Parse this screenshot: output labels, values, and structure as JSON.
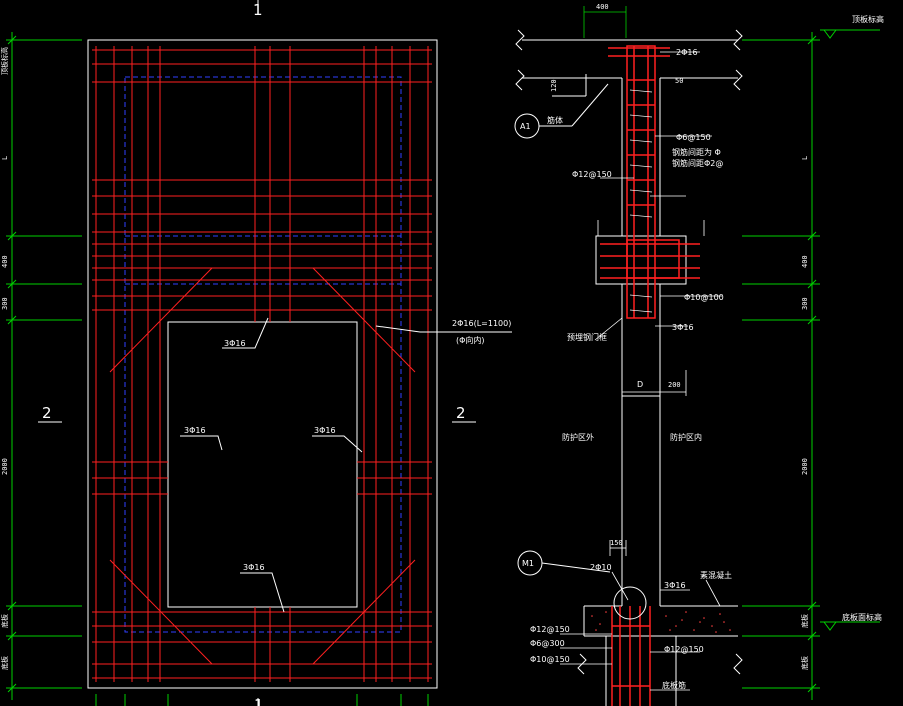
{
  "colors": {
    "background": "#000000",
    "rebar": "#ff2020",
    "outline": "#ffffff",
    "dimension": "#00d000",
    "hidden": "#3040ff",
    "fill_dots": "#ff4040"
  },
  "section_marks": {
    "top": "1",
    "bottom": "1",
    "left": "2",
    "right": "2"
  },
  "plan": {
    "bar_top": "3Φ16",
    "bar_left": "3Φ16",
    "bar_right": "3Φ16",
    "bar_bottom": "3Φ16",
    "diag_line1": "2Φ16(L=1100)",
    "diag_line2": "(Φ向内)"
  },
  "left_dims": {
    "a": "顶板标高",
    "b": "L",
    "c": "400",
    "d": "300",
    "e": "2000",
    "f": "底板",
    "g": "底板"
  },
  "section": {
    "top_width": "400",
    "top_bar": "2Φ16",
    "dim_120": "120",
    "dim_50": "50",
    "callout_a1": "A1",
    "a1_text": "筋体",
    "stirrup": "Φ6@150",
    "note1": "钢筋间距为 Φ",
    "note2": "钢筋间距Φ2@",
    "vert_bar": "Φ12@150",
    "lintel_stirrup": "Φ10@100",
    "bar_3": "3Φ16",
    "door_note": "预埋钢门框",
    "dim_d": "D",
    "dim_200": "200",
    "zone_outside": "防护区外",
    "zone_inside": "防护区内",
    "dim_150": "150",
    "callout_m1": "M1",
    "bar_2": "2Φ10",
    "bar_3b": "3Φ16",
    "fill_note": "素混凝土",
    "bottom_a": "Φ12@150",
    "bottom_b": "Φ6@300",
    "bottom_c": "Φ10@150",
    "bottom_d": "Φ12@150",
    "bottom_plate": "底板筋",
    "level_top": "顶板标高",
    "level_bottom": "底板面标高"
  },
  "right_dims": {
    "a": "L",
    "b": "400",
    "c": "300",
    "d": "2000",
    "e": "底板",
    "f": "底板"
  }
}
